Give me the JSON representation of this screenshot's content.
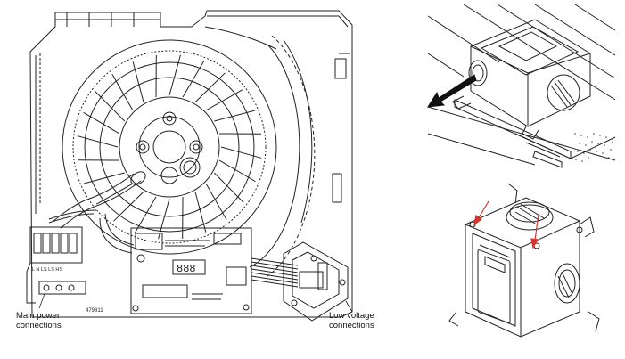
{
  "diagram": {
    "labels": {
      "main_power_line1": "Main power",
      "main_power_line2": "connections",
      "low_voltage_line1": "Low voltage",
      "low_voltage_line2": "connections"
    },
    "terminal_text": "L  N  LS  LS  HS",
    "model_number": "479811",
    "display_digits": "888",
    "colors": {
      "line": "#222222",
      "arrow_red": "#d9342b",
      "arrow_dark": "#111111"
    }
  }
}
